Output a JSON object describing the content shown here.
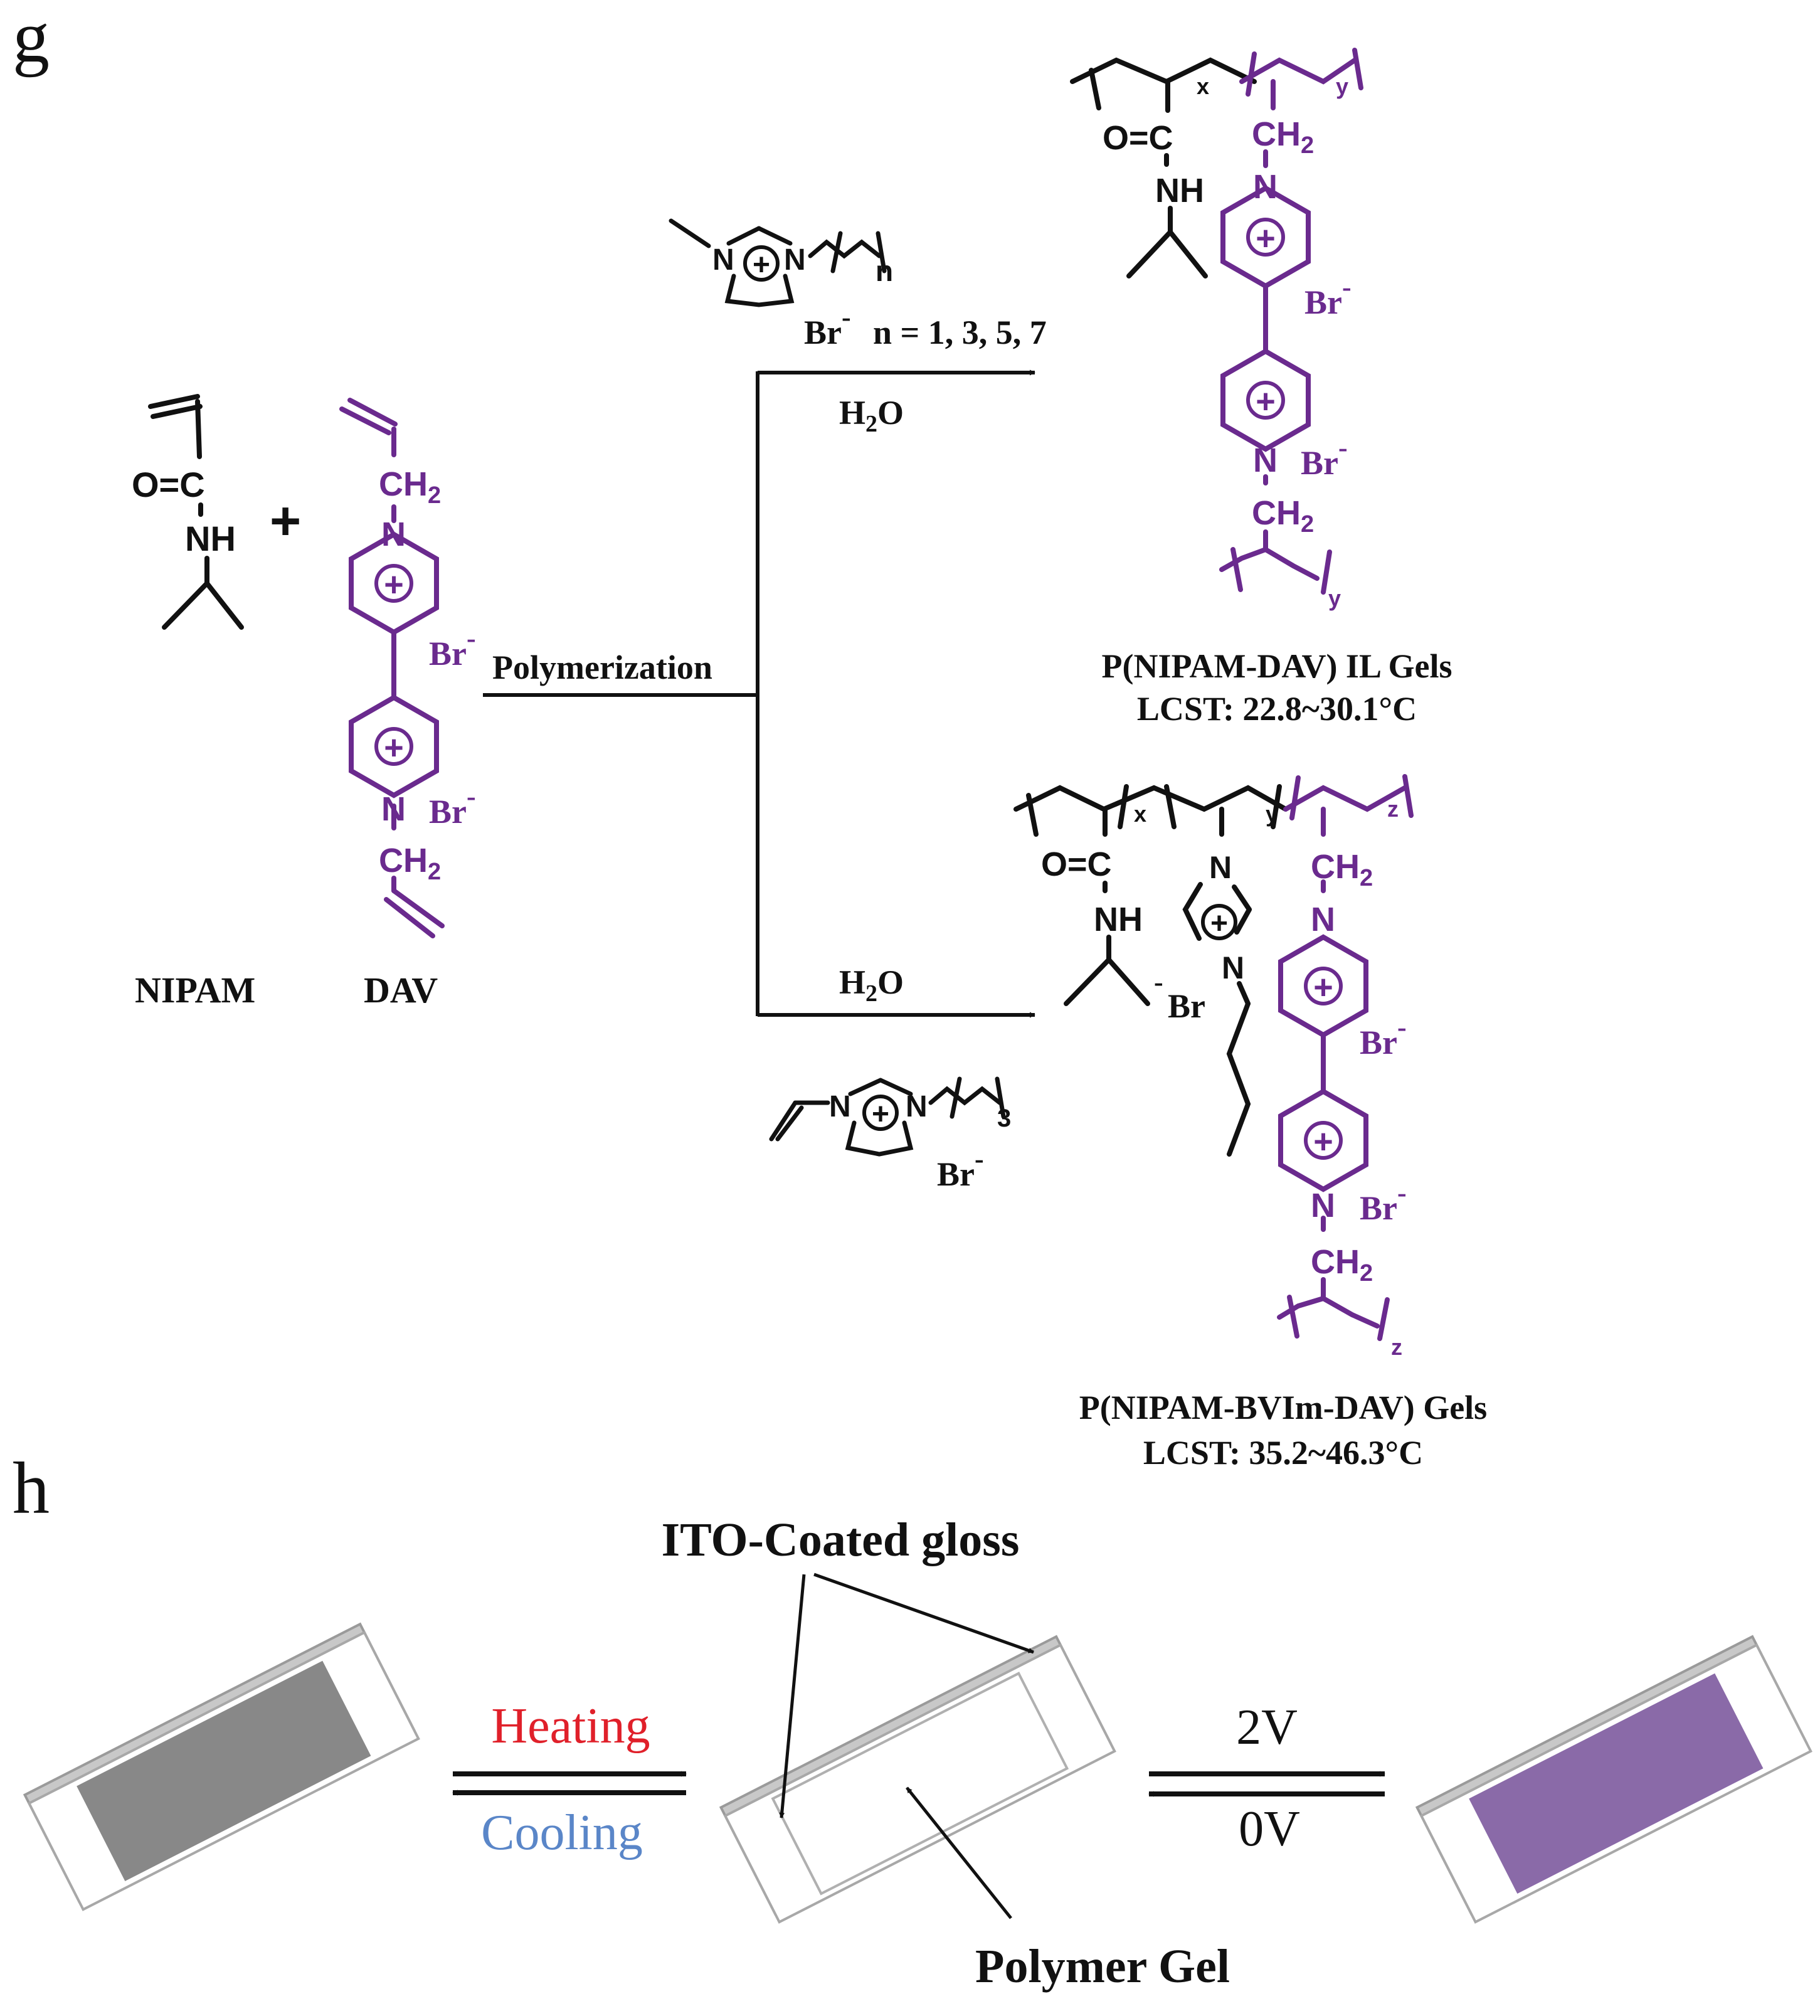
{
  "colors": {
    "ink": "#111111",
    "viologen": "#6a2a8e",
    "heating": "#e0202a",
    "cooling": "#5a86c8",
    "glass_border": "#a8a8a8",
    "gel_gray": "#888888",
    "gel_purple": "#8a6aa8"
  },
  "panel_g": {
    "label": "g",
    "reactant_left": {
      "name": "NIPAM",
      "atoms": {
        "carbonyl": "O=C",
        "amide": "NH"
      }
    },
    "plus": "+",
    "reactant_right": {
      "name": "DAV",
      "atoms": {
        "ch2_top": "CH",
        "ch2_bottom": "CH",
        "sub2": "2",
        "n_top": "N",
        "n_bottom": "N",
        "br": "Br",
        "minus": "-",
        "plus_ring": "+"
      }
    },
    "process": "Polymerization",
    "top_branch": {
      "reagent_n_left": "N",
      "reagent_n_right": "N",
      "reagent_sub": "n",
      "reagent_anion": "Br",
      "reagent_minus": "-",
      "n_values": "n = 1, 3, 5, 7",
      "solvent": "H",
      "solvent_sub": "2",
      "solvent_tail": "O",
      "product": {
        "sub_x": "x",
        "sub_y": "y",
        "carbonyl": "O=C",
        "amide": "NH",
        "ch2": "CH",
        "sub2": "2",
        "n": "N",
        "br": "Br",
        "minus": "-",
        "plus_ring": "+"
      },
      "product_name": "P(NIPAM-DAV) IL Gels",
      "lcst": "LCST: 22.8~30.1°C"
    },
    "bottom_branch": {
      "solvent": "H",
      "solvent_sub": "2",
      "solvent_tail": "O",
      "reagent_n_left": "N",
      "reagent_n_right": "N",
      "reagent_sub": "3",
      "reagent_anion": "Br",
      "reagent_minus": "-",
      "product": {
        "sub_x": "x",
        "sub_y": "y",
        "sub_z": "z",
        "carbonyl": "O=C",
        "amide": "NH",
        "n": "N",
        "ch2": "CH",
        "sub2": "2",
        "br": "Br",
        "minus": "-",
        "plus_ring": "+"
      },
      "product_name": "P(NIPAM-BVIm-DAV) Gels",
      "lcst": "LCST: 35.2~46.3°C"
    }
  },
  "panel_h": {
    "label": "h",
    "heating": "Heating",
    "cooling": "Cooling",
    "voltage_on": "2V",
    "voltage_off": "0V",
    "ito_label": "ITO-Coated gloss",
    "gel_label": "Polymer Gel"
  }
}
